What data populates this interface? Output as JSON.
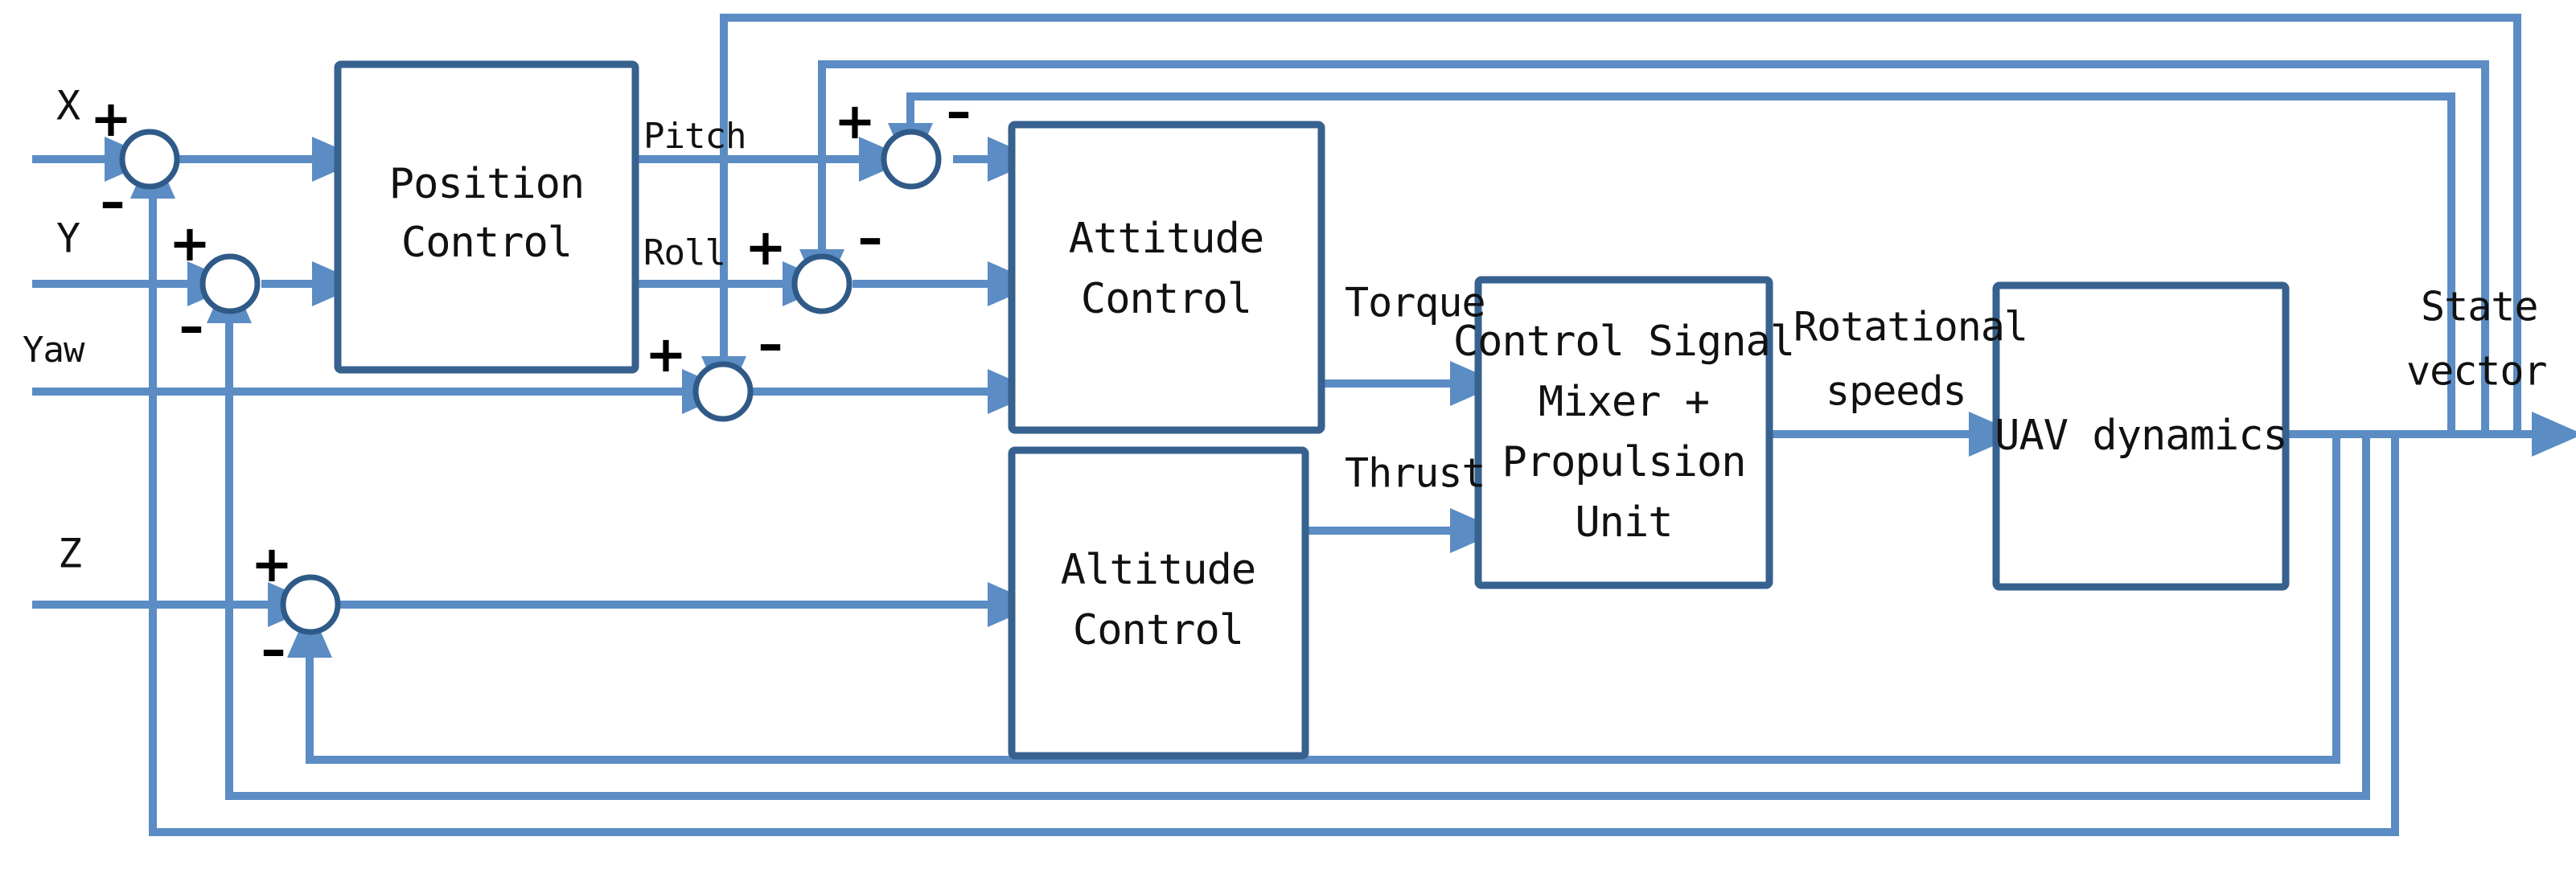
{
  "diagram": {
    "title": "UAV cascaded flight control block diagram",
    "colors": {
      "wire": "#5B8CC4",
      "block_border": "#37618E",
      "summing_border": "#2F5A88",
      "text": "#111111",
      "background": "#FFFFFF"
    },
    "inputs": [
      {
        "id": "x",
        "label": "X"
      },
      {
        "id": "y",
        "label": "Y"
      },
      {
        "id": "yaw",
        "label": "Yaw"
      },
      {
        "id": "z",
        "label": "Z"
      }
    ],
    "blocks": [
      {
        "id": "position-control",
        "line1": "Position",
        "line2": "Control",
        "line3": "",
        "line4": ""
      },
      {
        "id": "attitude-control",
        "line1": "Attitude",
        "line2": "Control",
        "line3": "",
        "line4": ""
      },
      {
        "id": "altitude-control",
        "line1": "Altitude",
        "line2": "Control",
        "line3": "",
        "line4": ""
      },
      {
        "id": "control-signal-mixer",
        "line1": "Control Signal",
        "line2": "Mixer +",
        "line3": "Propulsion",
        "line4": "Unit"
      },
      {
        "id": "uav-dynamics",
        "line1": "UAV  dynamics",
        "line2": "",
        "line3": "",
        "line4": ""
      }
    ],
    "signals": [
      {
        "id": "pitch",
        "label": "Pitch"
      },
      {
        "id": "roll",
        "label": "Roll"
      },
      {
        "id": "torque",
        "label": "Torque"
      },
      {
        "id": "thrust",
        "label": "Thrust"
      },
      {
        "id": "rotational-speeds-l1",
        "label": "Rotational"
      },
      {
        "id": "rotational-speeds-l2",
        "label": "speeds"
      },
      {
        "id": "state-vector-l1",
        "label": "State"
      },
      {
        "id": "state-vector-l2",
        "label": "vector"
      }
    ],
    "summing_junctions": [
      {
        "id": "sum-x",
        "plus": "+",
        "minus": "–"
      },
      {
        "id": "sum-y",
        "plus": "+",
        "minus": "–"
      },
      {
        "id": "sum-pitch",
        "plus": "+",
        "minus": "–"
      },
      {
        "id": "sum-roll",
        "plus": "+",
        "minus": "–"
      },
      {
        "id": "sum-yaw",
        "plus": "+",
        "minus": "–"
      },
      {
        "id": "sum-z",
        "plus": "+",
        "minus": "–"
      }
    ]
  }
}
